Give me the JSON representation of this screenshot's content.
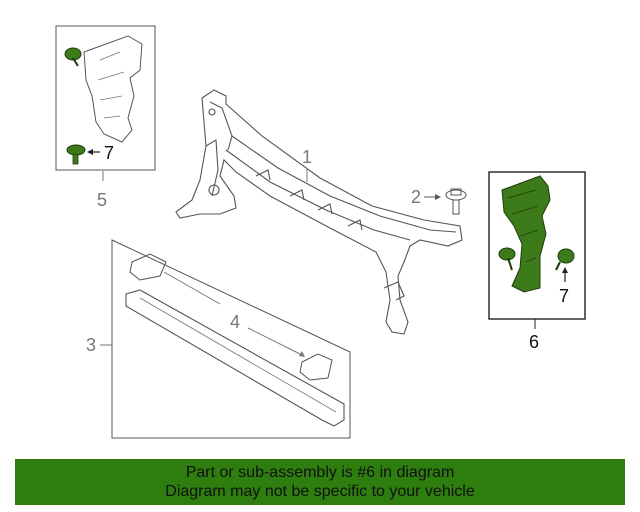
{
  "callouts": {
    "part1": "1",
    "part2": "2",
    "part3": "3",
    "part4": "4",
    "part5": "5",
    "part6": "6",
    "part7_left": "7",
    "part7_right": "7"
  },
  "banner": {
    "line1": "Part or sub-assembly is #6 in diagram",
    "line2": "Diagram may not be specific to your vehicle"
  },
  "colors": {
    "highlight": "#2e7d0f",
    "part_fill": "#3d7a1a",
    "line": "#555555",
    "callout_gray": "#777777"
  },
  "icons": [
    "push-pin-clip-icon",
    "bolt-icon"
  ]
}
